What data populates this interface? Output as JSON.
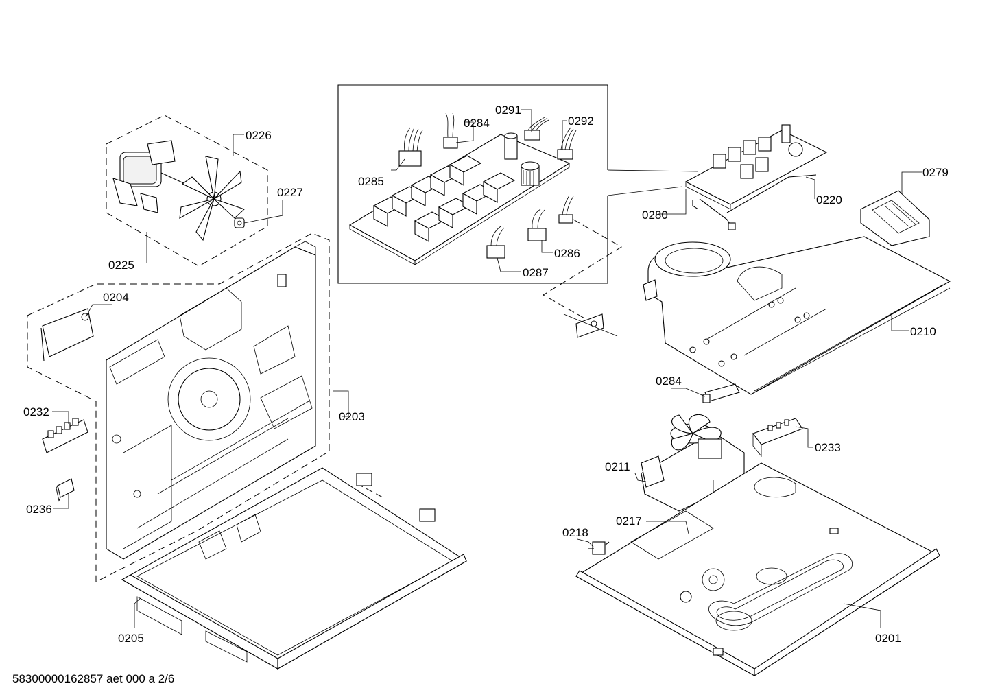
{
  "footer": {
    "document_id": "58300000162857 aet 000 a 2/6"
  },
  "parts": {
    "p0201": "0201",
    "p0203": "0203",
    "p0204": "0204",
    "p0205": "0205",
    "p0210": "0210",
    "p0211": "0211",
    "p0217": "0217",
    "p0218": "0218",
    "p0220": "0220",
    "p0225": "0225",
    "p0226": "0226",
    "p0227": "0227",
    "p0232": "0232",
    "p0233": "0233",
    "p0236": "0236",
    "p0279": "0279",
    "p0280": "0280",
    "p0284a": "0284",
    "p0284b": "0284",
    "p0285": "0285",
    "p0286": "0286",
    "p0287": "0287",
    "p0291": "0291",
    "p0292": "0292"
  }
}
